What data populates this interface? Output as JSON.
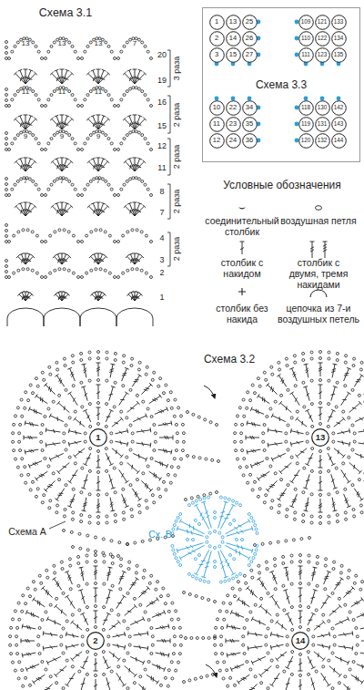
{
  "diagram": {
    "nodes": [
      {
        "text": [
          "Схема 3.3"
        ]
      },
      {
        "text": [
          "1"
        ],
        "in": 0
      },
      {
        "text": [
          "13"
        ],
        "in": 0
      },
      {
        "text": [
          "25"
        ],
        "in": 0
      },
      {
        "text": [
          "109"
        ],
        "in": 0
      },
      {
        "text": [
          "121"
        ],
        "in": 0
      },
      {
        "text": [
          "133"
        ],
        "in": 0
      },
      {
        "text": [
          "2"
        ],
        "in": 0
      },
      {
        "text": [
          "14"
        ],
        "in": 0
      },
      {
        "text": [
          "26"
        ],
        "in": 0
      },
      {
        "text": [
          "110"
        ],
        "in": 0
      },
      {
        "text": [
          "122"
        ],
        "in": 0
      },
      {
        "text": [
          "134"
        ],
        "in": 0
      },
      {
        "text": [
          "3"
        ],
        "in": 0
      },
      {
        "text": [
          "15"
        ],
        "in": 0
      },
      {
        "text": [
          "27"
        ],
        "in": 0
      },
      {
        "text": [
          "111"
        ],
        "in": 0
      },
      {
        "text": [
          "123"
        ],
        "in": 0
      },
      {
        "text": [
          "135"
        ],
        "in": 0
      },
      {
        "text": [
          "10"
        ],
        "in": 0
      },
      {
        "text": [
          "22"
        ],
        "in": 0
      },
      {
        "text": [
          "34"
        ],
        "in": 0
      },
      {
        "text": [
          "118"
        ],
        "in": 0
      },
      {
        "text": [
          "130"
        ],
        "in": 0
      },
      {
        "text": [
          "142"
        ],
        "in": 0
      },
      {
        "text": [
          "11"
        ],
        "in": 0
      },
      {
        "text": [
          "23"
        ],
        "in": 0
      },
      {
        "text": [
          "35"
        ],
        "in": 0
      },
      {
        "text": [
          "119"
        ],
        "in": 0
      },
      {
        "text": [
          "131"
        ],
        "in": 0
      },
      {
        "text": [
          "143"
        ],
        "in": 0
      },
      {
        "text": [
          "12"
        ],
        "in": 0
      },
      {
        "text": [
          "24"
        ],
        "in": 0
      },
      {
        "text": [
          "36"
        ],
        "in": 0
      },
      {
        "text": [
          "120"
        ],
        "in": 0
      },
      {
        "text": [
          "132"
        ],
        "in": 0
      },
      {
        "text": [
          "144"
        ],
        "in": 0
      },
      {
        "text": [
          "1"
        ]
      },
      {
        "text": [
          "13"
        ]
      },
      {
        "text": [
          "2"
        ]
      },
      {
        "text": [
          "14"
        ]
      }
    ],
    "labels": [
      "Схема 3.1",
      "20",
      "19",
      "16",
      "15",
      "12",
      "11",
      "8",
      "7",
      "4",
      "3",
      "2",
      "1",
      "3 раза",
      "2 раза",
      "2 раза",
      "2 раза",
      "2 раза",
      "13",
      "13",
      "13",
      "7",
      "11",
      "11",
      "11",
      "9",
      "9",
      "9",
      "7",
      "7",
      "7",
      "Условные обозначения",
      "Схема 3.2",
      "Схема А",
      "Сх. В"
    ],
    "legend": [
      {
        "text": "соединительный столбик"
      },
      {
        "text": "воздушная петля"
      },
      {
        "text": "столбик с накидом"
      },
      {
        "text": "столбик с двумя, тремя накидами"
      },
      {
        "text": "столбик без накида"
      },
      {
        "text": "цепочка из 7-и воздушных петель"
      }
    ]
  }
}
